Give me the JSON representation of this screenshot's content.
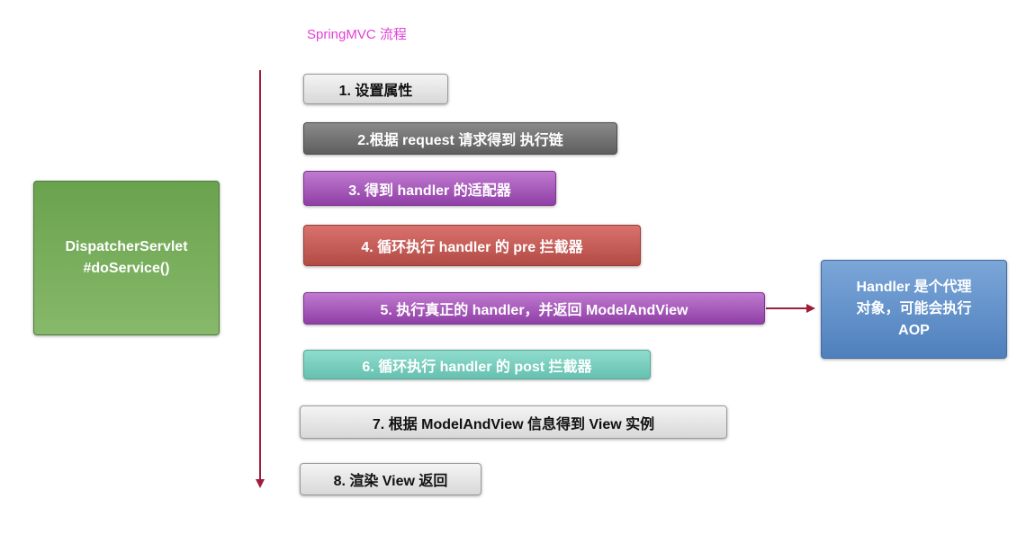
{
  "title": "SpringMVC 流程",
  "dispatcher": {
    "line1": "DispatcherServlet",
    "line2": "#doService()"
  },
  "steps": [
    "1. 设置属性",
    "2.根据 request 请求得到 执行链",
    "3. 得到 handler 的适配器",
    "4. 循环执行 handler 的 pre 拦截器",
    "5. 执行真正的 handler，并返回  ModelAndView",
    "6. 循环执行 handler 的 post 拦截器",
    "7. 根据 ModelAndView 信息得到 View 实例",
    "8. 渲染 View 返回"
  ],
  "note": {
    "line1": "Handler 是个代理",
    "line2": "对象，可能会执行",
    "line3": "AOP"
  },
  "colors": {
    "flow_arrow": "#a01d3a",
    "title": "#e23fd6"
  }
}
